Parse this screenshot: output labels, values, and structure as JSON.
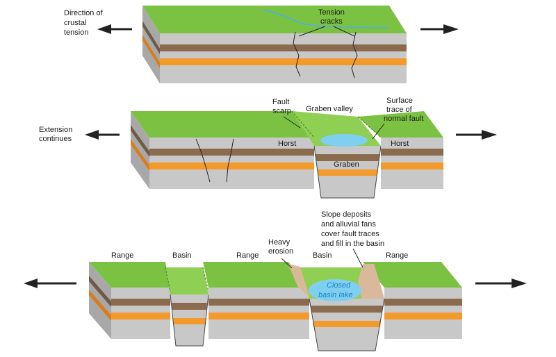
{
  "panel1": {
    "tension_line1": "Direction of",
    "tension_line2": "crustal",
    "tension_line3": "tension",
    "cracks_line1": "Tension",
    "cracks_line2": "cracks"
  },
  "panel2": {
    "extension_line1": "Extension",
    "extension_line2": "continues",
    "scarp_line1": "Fault",
    "scarp_line2": "scarp",
    "graben_valley": "Graben valley",
    "trace_line1": "Surface",
    "trace_line2": "trace of",
    "trace_line3": "normal fault",
    "horst_left": "Horst",
    "horst_right": "Horst",
    "graben": "Graben"
  },
  "panel3": {
    "range_left": "Range",
    "basin_left": "Basin",
    "range_middle": "Range",
    "erosion_line1": "Heavy",
    "erosion_line2": "erosion",
    "basin_right": "Basin",
    "range_right": "Range",
    "deposits_line1": "Slope deposits",
    "deposits_line2": "and alluvial fans",
    "deposits_line3": "cover fault traces",
    "deposits_line4": "and fill in the basin",
    "lake_line1": "Closed",
    "lake_line2": "basin lake"
  },
  "colors": {
    "surface": "#7cc242",
    "rock": "#c8c8c8",
    "rock_side": "#a8a8a8",
    "layer_brown": "#8b6b4e",
    "layer_orange": "#f39a2b",
    "water": "#7fd0f0",
    "deposit": "#d9b999"
  }
}
